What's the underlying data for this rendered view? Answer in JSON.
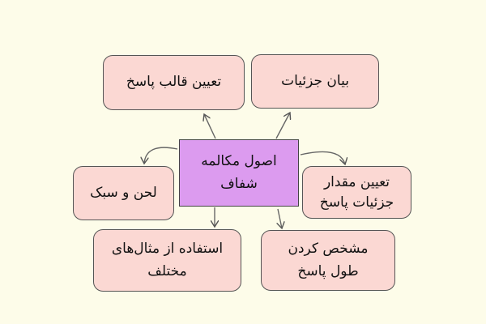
{
  "center": {
    "line1": "اصول مکالمه",
    "line2": "شفاف"
  },
  "nodes": {
    "response_format": {
      "text": "تعیین قالب پاسخ"
    },
    "details": {
      "text": "بیان جزئیات"
    },
    "tone_style": {
      "text": "لحن و سبک"
    },
    "detail_amount": {
      "line1": "تعیین مقدار",
      "line2": "جزئیات پاسخ"
    },
    "examples": {
      "line1": "استفاده از مثال‌های",
      "line2": "مختلف"
    },
    "response_length": {
      "line1": "مشخص کردن",
      "line2": "طول پاسخ"
    }
  },
  "colors": {
    "background": "#fdfce9",
    "node_fill": "#fbd8d3",
    "center_fill": "#dc9bef",
    "stroke": "#555555"
  }
}
